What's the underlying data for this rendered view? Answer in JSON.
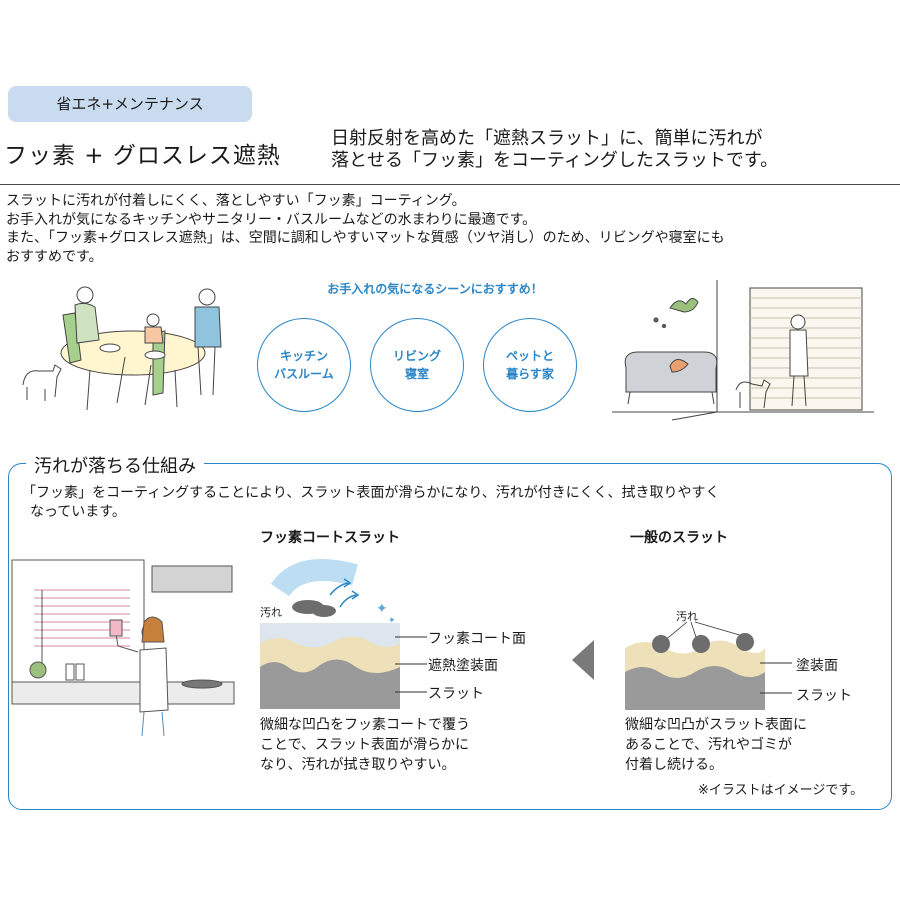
{
  "header": {
    "badge": "省エネ+メンテナンス",
    "product_name": "フッ素 + グロスレス遮熱",
    "lead_lines": [
      "日射反射を高めた「遮熱スラット」に、簡単に汚れが",
      "落とせる「フッ素」をコーティングしたスラットです。"
    ]
  },
  "intro_lines": [
    "スラットに汚れが付着しにくく、落としやすい「フッ素」コーティング。",
    "お手入れが気になるキッチンやサニタリー・バスルームなどの水まわりに最適です。",
    "また、「フッ素+グロスレス遮熱」は、空間に調和しやすいマットな質感（ツヤ消し）のため、リビングや寝室にも",
    "おすすめです。"
  ],
  "scenes": {
    "title": "お手入れの気になるシーンにおすすめ！",
    "items": [
      {
        "line1": "キッチン",
        "line2": "バスルーム"
      },
      {
        "line1": "リビング",
        "line2": "寝室"
      },
      {
        "line1": "ペットと",
        "line2": "暮らす家"
      }
    ]
  },
  "mechanism": {
    "title": "汚れが落ちる仕組み",
    "desc_lines": [
      "「フッ素」をコーティングすることにより、スラット表面が滑らかになり、汚れが付きにくく、拭き取りやすく",
      "なっています。"
    ],
    "fluoro": {
      "title": "フッ素コートスラット",
      "dirt_label": "汚れ",
      "layer_labels": [
        "フッ素コート面",
        "遮熱塗装面",
        "スラット"
      ],
      "caption": [
        "微細な凹凸をフッ素コートで覆う",
        "ことで、スラット表面が滑らかに",
        "なり、汚れが拭き取りやすい。"
      ]
    },
    "general": {
      "title": "一般のスラット",
      "dirt_label": "汚れ",
      "layer_labels": [
        "塗装面",
        "スラット"
      ],
      "caption": [
        "微細な凹凸がスラット表面に",
        "あることで、汚れやゴミが",
        "付着し続ける。"
      ]
    },
    "note": "※イラストはイメージです。"
  },
  "colors": {
    "accent_blue": "#2a86c6",
    "badge_bg": "#c9dcef",
    "coat_layer": "#dde6ee",
    "paint_layer": "#eee0b8",
    "slat_layer": "#9a9a9a",
    "dirt": "#6d6d6d"
  }
}
